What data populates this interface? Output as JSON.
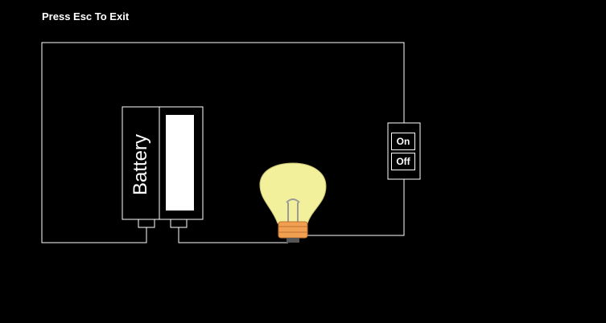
{
  "hint": {
    "exit_text": "Press Esc To Exit"
  },
  "battery": {
    "label": "Battery"
  },
  "switch": {
    "on_label": "On",
    "off_label": "Off"
  },
  "bulb": {
    "state": "on"
  },
  "colors": {
    "background": "#000000",
    "wire": "#ffffff",
    "bulb_glass": "#f2f09a",
    "bulb_base": "#f0a050"
  },
  "icons": {
    "bulb": "light-bulb-icon",
    "battery": "battery-icon"
  }
}
